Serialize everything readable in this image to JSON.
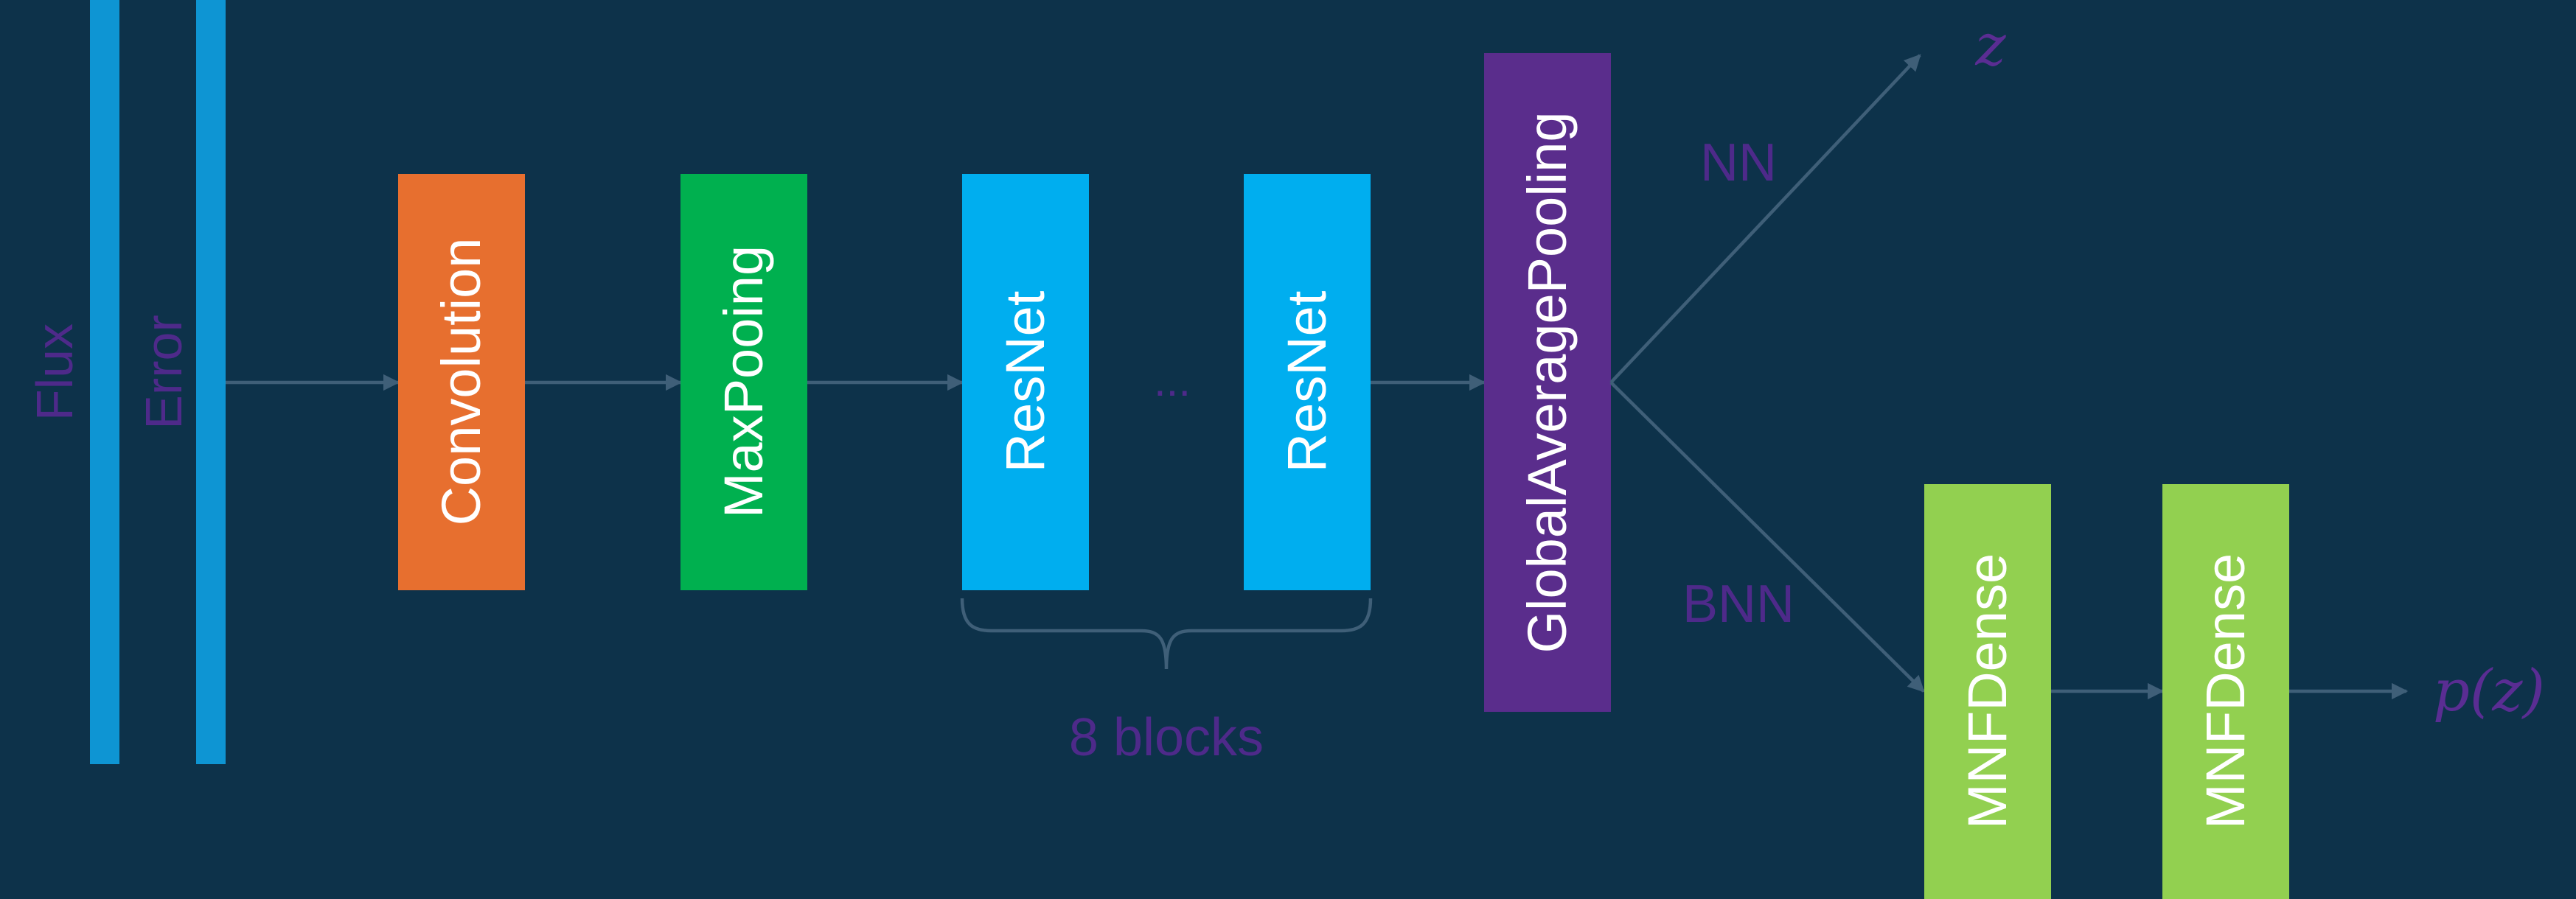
{
  "inputs": {
    "flux_label": "Flux",
    "error_label": "Error",
    "bar_color": "#0e95d3"
  },
  "blocks": {
    "convolution": {
      "label": "Convolution",
      "color": "#e76f2f"
    },
    "maxpooling": {
      "label": "MaxPooing",
      "color": "#00b04f"
    },
    "resnet_first": {
      "label": "ResNet",
      "color": "#00aeef"
    },
    "ellipsis": "...",
    "resnet_last": {
      "label": "ResNet",
      "color": "#00aeef"
    },
    "gap": {
      "label": "GlobalAveragePooling",
      "color": "#5a2d8c"
    },
    "mnf1": {
      "label": "MNFDense",
      "color": "#92d050"
    },
    "mnf2": {
      "label": "MNFDense",
      "color": "#92d050"
    }
  },
  "brace_label": "8 blocks",
  "branches": {
    "nn_label": "NN",
    "bnn_label": "BNN"
  },
  "outputs": {
    "z_label": "z",
    "pz_label": "p(z)"
  },
  "colors": {
    "background": "#0d324a",
    "arrow": "#3f5f78",
    "label_text": "#4e2a8a"
  }
}
